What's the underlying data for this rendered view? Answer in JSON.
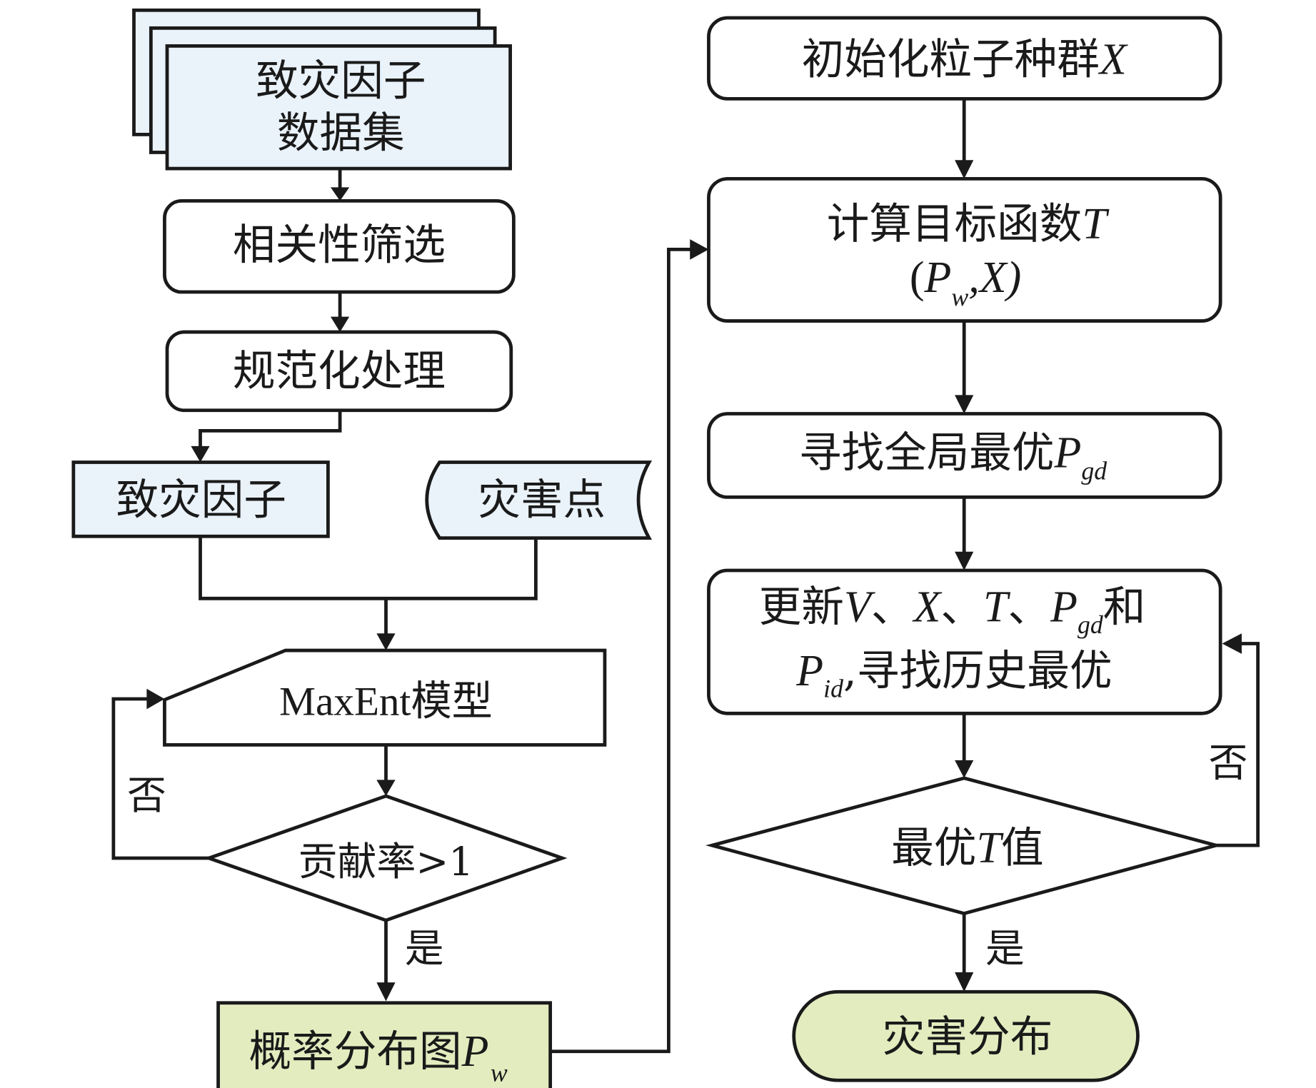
{
  "left_flow": {
    "dataset_line1": "致灾因子",
    "dataset_line2": "数据集",
    "correlation": "相关性筛选",
    "normalize": "规范化处理",
    "factor": "致灾因子",
    "hazard_points": "灾害点",
    "maxent": "MaxEnt模型",
    "decision": "贡献率>1",
    "no_label": "否",
    "yes_label": "是",
    "prob_map": "概率分布图",
    "prob_map_var": "P",
    "prob_map_sub": "w"
  },
  "right_flow": {
    "init": "初始化粒子种群",
    "init_var": "X",
    "objective_line1": "计算目标函数",
    "objective_var": "T",
    "objective_line2_open": "(",
    "objective_line2_P": "P",
    "objective_line2_sub": "w",
    "objective_line2_rest": ",X)",
    "global_best": "寻找全局最优",
    "global_best_var": "P",
    "global_best_sub": "gd",
    "update_prefix": "更新",
    "update_V": "V",
    "update_sep1": "、",
    "update_X": "X",
    "update_sep2": "、",
    "update_T": "T",
    "update_sep3": "、",
    "update_P": "P",
    "update_P_sub": "gd",
    "update_and": "和",
    "update2_P": "P",
    "update2_sub": "id",
    "update2_rest": ",寻找历史最优",
    "decision_prefix": "最优",
    "decision_var": "T",
    "decision_suffix": "值",
    "no_label": "否",
    "yes_label": "是",
    "result": "灾害分布"
  },
  "colors": {
    "input_fill": "#eaf2fa",
    "output_fill": "#e2ecbf",
    "stroke": "#1a1a1a"
  }
}
